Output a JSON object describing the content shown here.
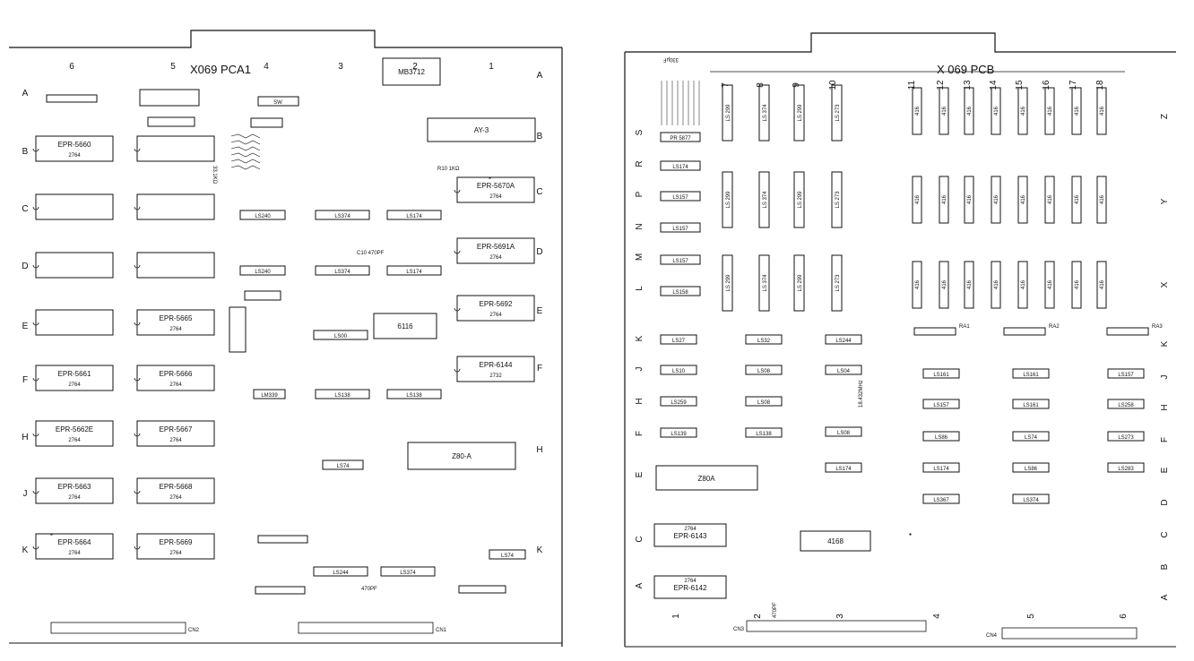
{
  "board_a": {
    "title": "X069 PCA1",
    "columns": [
      "6",
      "5",
      "4",
      "3",
      "2",
      "1"
    ],
    "rows": [
      "A",
      "B",
      "C",
      "D",
      "E",
      "F",
      "H",
      "J",
      "K"
    ],
    "eproms": [
      {
        "label": "EPR-5660",
        "sub": "2764"
      },
      {
        "label": "EPR-5665",
        "sub": "2764"
      },
      {
        "label": "EPR-5661",
        "sub": "2764"
      },
      {
        "label": "EPR-5666",
        "sub": "2764"
      },
      {
        "label": "EPR-5662E",
        "sub": "2764"
      },
      {
        "label": "EPR-5667",
        "sub": "2764"
      },
      {
        "label": "EPR-5663",
        "sub": "2764"
      },
      {
        "label": "EPR-5668",
        "sub": "2764"
      },
      {
        "label": "EPR-5664",
        "sub": "2764"
      },
      {
        "label": "EPR-5669",
        "sub": "2764"
      },
      {
        "label": "EPR-5670A",
        "sub": "2764"
      },
      {
        "label": "EPR-5691A",
        "sub": "2764"
      },
      {
        "label": "EPR-5692",
        "sub": "2764"
      },
      {
        "label": "EPR-6144",
        "sub": "2732"
      }
    ],
    "chips": [
      "MB3712",
      "AY-3",
      "LS240",
      "LS374",
      "LS174",
      "LS240",
      "LS374",
      "LS174",
      "6116",
      "LS138",
      "LS138",
      "Z80-A",
      "LS74",
      "LS244",
      "LS374",
      "LS00",
      "LM339",
      "LS74"
    ],
    "connectors": [
      "CN2",
      "CN1"
    ],
    "notes": [
      "SW",
      "C10 470PF",
      "470PF",
      "33.1KΩ",
      "R10 1KΩ"
    ]
  },
  "board_b": {
    "title": "X 069 PCB",
    "columns": [
      "7",
      "8",
      "9",
      "10",
      "11",
      "12",
      "13",
      "14",
      "15",
      "16",
      "17",
      "18"
    ],
    "bottom_columns": [
      "1",
      "2",
      "3",
      "4",
      "5",
      "6"
    ],
    "row_letters": [
      "S",
      "R",
      "P",
      "N",
      "M",
      "L",
      "K",
      "J",
      "H",
      "F",
      "E",
      "C",
      "A"
    ],
    "right_letters": [
      "Z",
      "Y",
      "X",
      "K",
      "J",
      "H",
      "F",
      "E",
      "D",
      "C",
      "B",
      "A"
    ],
    "chip_columns_top": [
      "LS 299",
      "LS 374",
      "LS 299",
      "LS 273"
    ],
    "ram": "416",
    "left_chips": [
      "PR 5877",
      "LS174",
      "LS157",
      "LS157",
      "LS157",
      "LS158"
    ],
    "misc_chips": [
      "LS27",
      "LS32",
      "LS244",
      "LS10",
      "LS08",
      "LS04",
      "LS259",
      "LS08",
      "LS08",
      "LS139",
      "LS138",
      "LS174",
      "LS161",
      "LS161",
      "LS157",
      "LS157",
      "LS161",
      "LS258",
      "LS86",
      "LS74",
      "LS273",
      "LS174",
      "LS86",
      "LS283",
      "LS367",
      "LS374"
    ],
    "cpu": "Z80A",
    "eproms": [
      {
        "label": "EPR-6143",
        "sub": "2764"
      },
      {
        "label": "EPR-6142",
        "sub": "2764"
      }
    ],
    "ram2": "4168",
    "connectors": [
      "CN3",
      "CN4"
    ],
    "notes": [
      "330μF",
      "470PF",
      "18.432MHz",
      "CN4",
      "RA1",
      "RA2",
      "RA3"
    ]
  }
}
